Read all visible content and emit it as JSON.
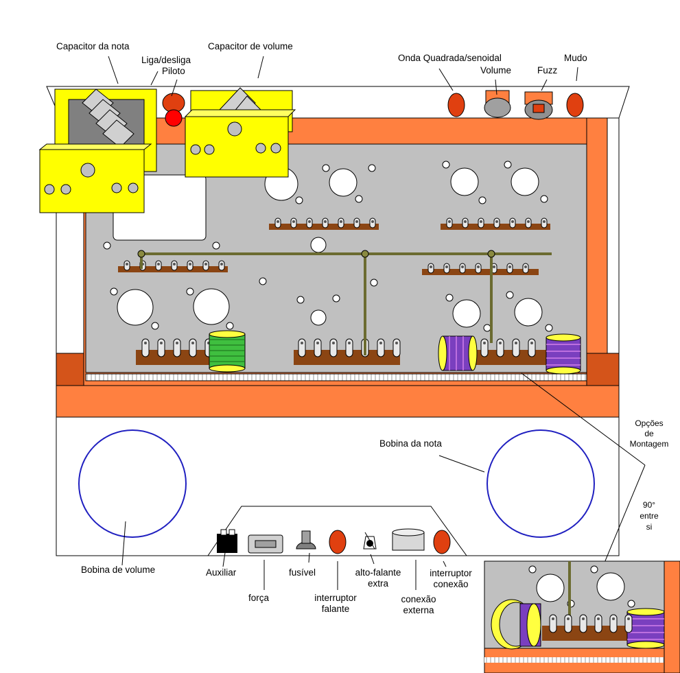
{
  "labels": {
    "note_capacitor": "Capacitor da nota",
    "on_off": "Liga/desliga",
    "pilot": "Piloto",
    "volume_capacitor": "Capacitor de volume",
    "square_sine_wave": "Onda Quadrada/senoidal",
    "volume": "Volume",
    "fuzz": "Fuzz",
    "mute": "Mudo",
    "mounting_options_1": "Opções",
    "mounting_options_2": "de",
    "mounting_options_3": "Montagem",
    "ninety_1": "90°",
    "ninety_2": "entre",
    "ninety_3": "si",
    "note_coil": "Bobina da nota",
    "volume_coil": "Bobina de volume",
    "auxiliary": "Auxiliar",
    "power": "força",
    "fuse": "fusível",
    "speaker_switch_1": "interruptor",
    "speaker_switch_2": "falante",
    "extra_speaker_1": "alto-falante",
    "extra_speaker_2": "extra",
    "external_connection_1": "conexão",
    "external_connection_2": "externa",
    "connection_switch_1": "interruptor",
    "connection_switch_2": "conexão"
  },
  "colors": {
    "chassis_orange": "#ff8040",
    "chassis_dark": "#d4541a",
    "panel_gray": "#c0c0c0",
    "capacitor_yellow": "#ffff00",
    "coil_green": "#3fbf3f",
    "coil_purple": "#7a3fbf",
    "coil_ring": "#ffff40",
    "wire": "#8a8a40",
    "terminal_strip": "#8b4513",
    "outline": "#000000",
    "coil_outline": "#0000c0"
  }
}
